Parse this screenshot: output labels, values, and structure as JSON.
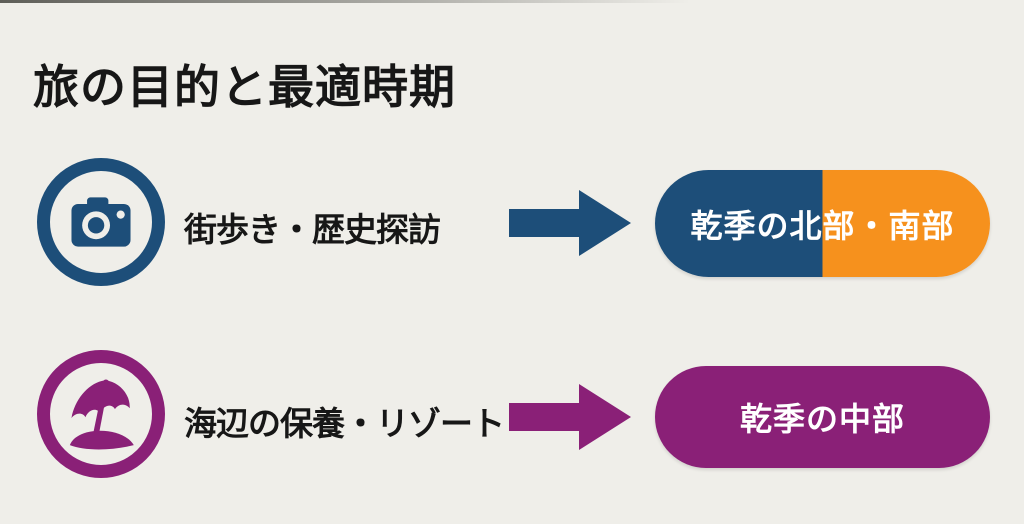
{
  "title": "旅の目的と最適時期",
  "colors": {
    "background": "#efeee9",
    "ink": "#171717",
    "blue": "#1d4e79",
    "orange": "#f6911d",
    "purple": "#8a2077",
    "pillText": "#ffffff"
  },
  "rows": [
    {
      "icon": "camera-icon",
      "label": "街歩き・歴史探訪",
      "arrow": "right-arrow",
      "result": "乾季の北部・南部",
      "result_colors": [
        "#1d4e79",
        "#f6911d"
      ]
    },
    {
      "icon": "beach-umbrella-icon",
      "label": "海辺の保養・リゾート",
      "arrow": "right-arrow",
      "result": "乾季の中部",
      "result_colors": [
        "#8a2077"
      ]
    }
  ]
}
